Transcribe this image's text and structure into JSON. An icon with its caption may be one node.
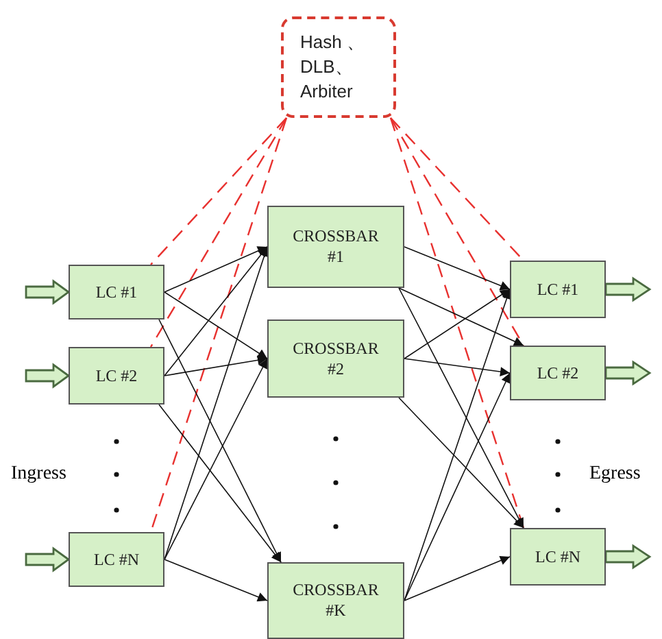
{
  "diagram": {
    "nodes": [
      {
        "text": [
          "Hash 、 DLB、 Arbiter"
        ]
      },
      {
        "text": [
          "LC #1"
        ]
      },
      {
        "text": [
          "LC #2"
        ]
      },
      {
        "text": [
          "LC #N"
        ]
      },
      {
        "text": [
          "CROSSBAR #1"
        ]
      },
      {
        "text": [
          "CROSSBAR #2"
        ]
      },
      {
        "text": [
          "CROSSBAR #K"
        ]
      },
      {
        "text": [
          "LC #1"
        ]
      },
      {
        "text": [
          "LC #2"
        ]
      },
      {
        "text": [
          "LC #N"
        ]
      }
    ],
    "edges": [
      {
        "from": null,
        "to": 1,
        "arrow": "to",
        "style": "thick"
      },
      {
        "from": null,
        "to": 2,
        "arrow": "to",
        "style": "thick"
      },
      {
        "from": null,
        "to": 3,
        "arrow": "to",
        "style": "thick"
      },
      {
        "from": 7,
        "to": null,
        "arrow": "to",
        "style": "thick"
      },
      {
        "from": 8,
        "to": null,
        "arrow": "to",
        "style": "thick"
      },
      {
        "from": 9,
        "to": null,
        "arrow": "to",
        "style": "thick"
      },
      {
        "from": 0,
        "to": 1,
        "arrow": "none",
        "style": "dashed",
        "color": "#e8312f"
      },
      {
        "from": 0,
        "to": 2,
        "arrow": "none",
        "style": "dashed",
        "color": "#e8312f"
      },
      {
        "from": 0,
        "to": 3,
        "arrow": "none",
        "style": "dashed",
        "color": "#e8312f"
      },
      {
        "from": 0,
        "to": 7,
        "arrow": "none",
        "style": "dashed",
        "color": "#e8312f"
      },
      {
        "from": 0,
        "to": 8,
        "arrow": "none",
        "style": "dashed",
        "color": "#e8312f"
      },
      {
        "from": 0,
        "to": 9,
        "arrow": "none",
        "style": "dashed",
        "color": "#e8312f"
      },
      {
        "from": 1,
        "to": 4,
        "arrow": "to"
      },
      {
        "from": 1,
        "to": 5,
        "arrow": "to"
      },
      {
        "from": 1,
        "to": 6,
        "arrow": "to"
      },
      {
        "from": 2,
        "to": 4,
        "arrow": "to"
      },
      {
        "from": 2,
        "to": 5,
        "arrow": "to"
      },
      {
        "from": 2,
        "to": 6,
        "arrow": "to"
      },
      {
        "from": 3,
        "to": 4,
        "arrow": "to"
      },
      {
        "from": 3,
        "to": 5,
        "arrow": "to"
      },
      {
        "from": 3,
        "to": 6,
        "arrow": "to"
      },
      {
        "from": 4,
        "to": 7,
        "arrow": "to"
      },
      {
        "from": 4,
        "to": 8,
        "arrow": "to"
      },
      {
        "from": 4,
        "to": 9,
        "arrow": "to"
      },
      {
        "from": 5,
        "to": 7,
        "arrow": "to"
      },
      {
        "from": 5,
        "to": 8,
        "arrow": "to"
      },
      {
        "from": 5,
        "to": 9,
        "arrow": "to"
      },
      {
        "from": 6,
        "to": 7,
        "arrow": "to"
      },
      {
        "from": 6,
        "to": 8,
        "arrow": "to"
      },
      {
        "from": 6,
        "to": 9,
        "arrow": "to"
      }
    ],
    "labels": [
      "Ingress",
      "Egress"
    ]
  }
}
